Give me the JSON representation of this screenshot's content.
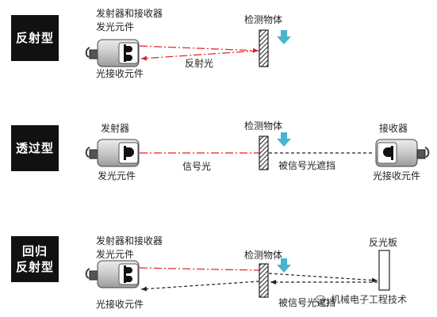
{
  "colors": {
    "beam_red": "#e02020",
    "arrow_blue": "#4ab3d0",
    "badge_bg": "#111111"
  },
  "sections": [
    {
      "badge_lines": [
        "反射型"
      ],
      "labels": {
        "emitter_receiver": "发射器和接收器",
        "emitter_element": "发光元件",
        "receiver_element": "光接收元件",
        "reflected_light": "反射光",
        "object": "检测物体"
      }
    },
    {
      "badge_lines": [
        "透过型"
      ],
      "labels": {
        "emitter": "发射器",
        "emitter_element": "发光元件",
        "signal_light": "信号光",
        "object": "检测物体",
        "blocked": "被信号光遮挡",
        "receiver": "接收器",
        "receiver_element": "光接收元件"
      }
    },
    {
      "badge_lines": [
        "回归",
        "反射型"
      ],
      "labels": {
        "emitter_receiver": "发射器和接收器",
        "emitter_element": "发光元件",
        "receiver_element": "光接收元件",
        "object": "检测物体",
        "blocked": "被信号光遮挡",
        "reflector": "反光板"
      }
    }
  ],
  "watermark": {
    "icon": "wechat-icon",
    "text": "机械电子工程技术"
  }
}
